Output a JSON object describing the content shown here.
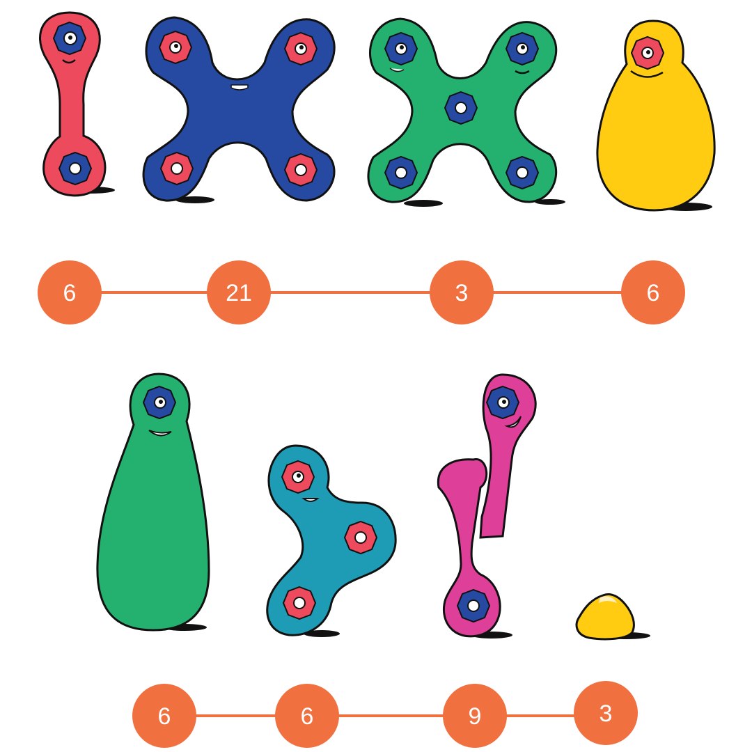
{
  "colors": {
    "red": "#ee4a5d",
    "blue": "#2649a1",
    "green": "#24b06e",
    "yellow": "#ffcc12",
    "teal": "#1e9cb5",
    "magenta": "#de3f98",
    "orange": "#f0703f",
    "outline": "#111111",
    "shadow": "#111111"
  },
  "top_row": {
    "creatures": [
      "red-dumbbell",
      "blue-x",
      "green-x",
      "yellow-egg"
    ],
    "numbers": [
      "6",
      "21",
      "3",
      "6"
    ]
  },
  "bottom_row": {
    "creatures": [
      "green-bowling-pin",
      "teal-boomerang",
      "magenta-spring",
      "yellow-gumdrop"
    ],
    "numbers": [
      "6",
      "6",
      "9",
      "3"
    ]
  }
}
